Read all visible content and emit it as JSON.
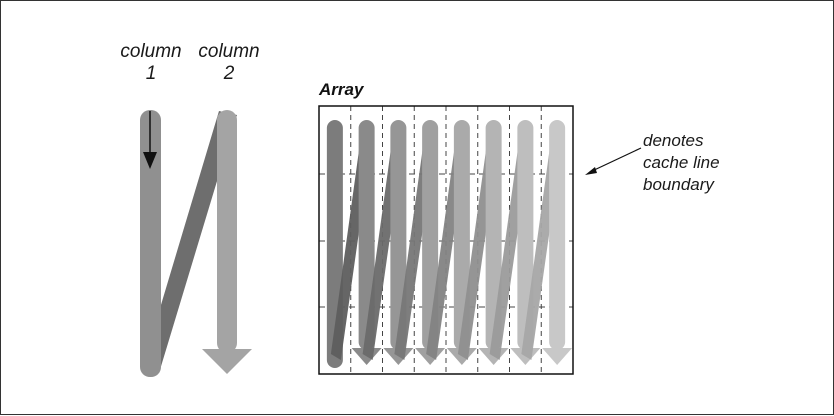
{
  "labels": {
    "column1": "column 1",
    "column1_line1": "column",
    "column1_line2": "1",
    "column2_line1": "column",
    "column2_line2": "2",
    "array": "Array",
    "note_line1": "denotes",
    "note_line2": "cache line",
    "note_line3": "boundary"
  },
  "array": {
    "columns": 8,
    "cache_line_rows": 4
  },
  "colors": {
    "frame": "#333333",
    "column_dark": "#8f8f8f",
    "diagonal": "#6e6e6e",
    "column_light": "#a3a3a3",
    "dashed": "#444444"
  }
}
